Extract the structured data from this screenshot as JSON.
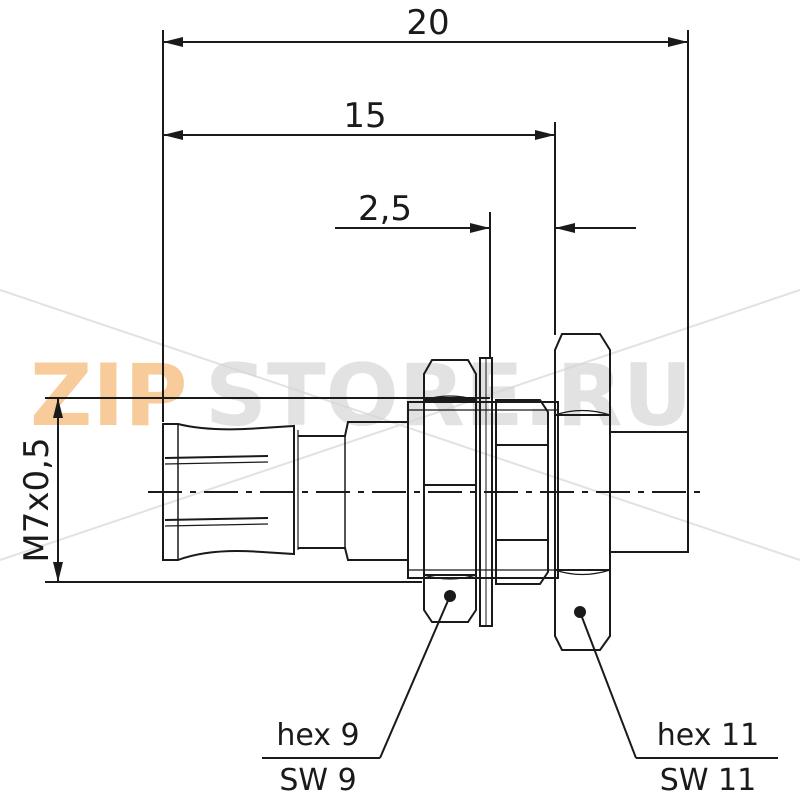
{
  "drawing": {
    "dimensions": {
      "total_length": "20",
      "body_length": "15",
      "panel_thickness": "2,5",
      "thread": "M7x0,5"
    },
    "callouts": {
      "small_nut": {
        "line1": "hex 9",
        "line2": "SW 9"
      },
      "large_nut": {
        "line1": "hex 11",
        "line2": "SW 11"
      }
    }
  },
  "watermark": {
    "part1": "ZIP",
    "part2": "STORE.RU",
    "color1": "#f5b97a",
    "color2": "#dcdcdc"
  }
}
